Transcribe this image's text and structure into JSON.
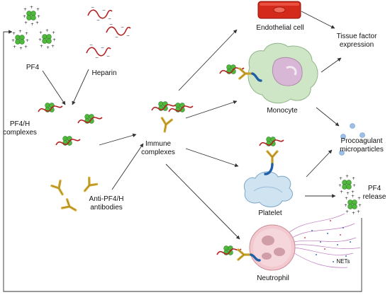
{
  "labels": {
    "pf4": "PF4",
    "heparin": "Heparin",
    "pf4h_complexes": "PF4/H\ncomplexes",
    "anti_pf4h": "Anti-PF4/H\nantibodies",
    "immune_complexes": "Immune\ncomplexes",
    "endothelial_cell": "Endothelial cell",
    "monocyte": "Monocyte",
    "platelet": "Platelet",
    "neutrophil": "Neutrophil",
    "tissue_factor": "Tissue factor\nexpression",
    "procoagulant": "Procoagulant\nmicroparticles",
    "pf4_release": "PF4\nrelease",
    "nets": "NETs"
  },
  "colors": {
    "pf4_green": "#4fb83d",
    "heparin_red": "#b22222",
    "antibody_gold": "#d4b03a",
    "antibody_blue": "#1f5fa8",
    "endothelial_red": "#d42a1c",
    "monocyte_green": "#cfe6c6",
    "platelet_blue": "#cfe3f1",
    "neutrophil_pink": "#f2c9cf",
    "microparticle_blue": "#9cc0e8",
    "arrow": "#333333"
  }
}
